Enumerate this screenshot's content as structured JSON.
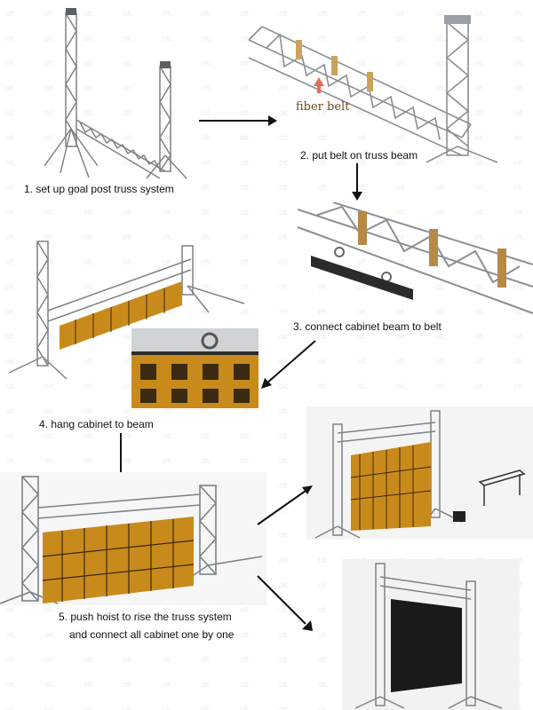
{
  "steps": {
    "step1": "1. set up goal post truss system",
    "step2": "2. put belt on truss beam",
    "step3": "3. connect cabinet beam to belt",
    "step4": "4. hang cabinet to beam",
    "step5_line1": "5. push hoist to rise the truss system",
    "step5_line2": "and connect all cabinet one by one"
  },
  "callouts": {
    "fiber_belt": "fiber belt"
  },
  "colors": {
    "truss": "#7d8288",
    "truss_light": "#c9ccd0",
    "belt": "#c9a25c",
    "cabinet": "#c98a1c",
    "cabinet_dark": "#3a2a12",
    "screen": "#1a1a1a",
    "arrow": "#111111",
    "pointer": "#e66a5a"
  }
}
